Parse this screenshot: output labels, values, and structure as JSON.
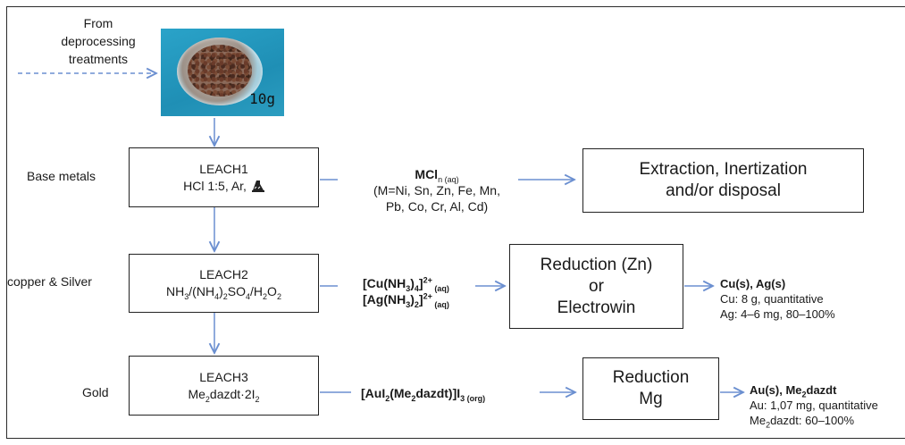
{
  "source_label_lines": [
    "From",
    "deprocessing",
    "treatments"
  ],
  "sample_label": "10g",
  "rows": [
    {
      "stage_label": "Base metals",
      "leach_title": "LEACH1",
      "leach_reagent": "HCl 1:5, Ar,",
      "product_main": "MCl",
      "product_sub": "n (aq)",
      "product_lines": [
        "(M=Ni, Sn, Zn, Fe, Mn,",
        "Pb, Co, Cr, Al, Cd)"
      ],
      "process_lines": [
        "Extraction, Inertization",
        "and/or disposal"
      ]
    },
    {
      "stage_label": "copper & Silver",
      "leach_title": "LEACH2",
      "process_lines": [
        "Reduction (Zn)",
        "or",
        "Electrowin"
      ],
      "result_title": "Cu(s), Ag(s)",
      "result_lines": [
        "Cu: 8 g, quantitative",
        "Ag: 4–6 mg, 80–100%"
      ]
    },
    {
      "stage_label": "Gold",
      "leach_title": "LEACH3",
      "process_lines": [
        "Reduction",
        "Mg"
      ],
      "result_title_a": "Au(s), Me",
      "result_title_b": "dazdt",
      "result_lines": [
        "Au: 1,07 mg, quantitative"
      ],
      "result_line2_a": "Me",
      "result_line2_b": "dazdt: 60–100%"
    }
  ],
  "icons": {
    "flask": "heating-flask-icon"
  },
  "colors": {
    "arrow": "#6b8fd0",
    "border": "#222222"
  }
}
